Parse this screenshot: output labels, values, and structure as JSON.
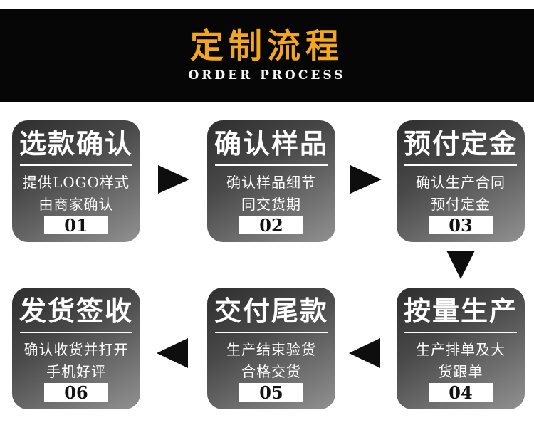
{
  "header": {
    "title": "定制流程",
    "subtitle": "ORDER PROCESS"
  },
  "steps": [
    {
      "title": "选款确认",
      "desc_line1": "提供LOGO样式",
      "desc_line2": "由商家确认",
      "number": "01"
    },
    {
      "title": "确认样品",
      "desc_line1": "确认样品细节",
      "desc_line2": "同交货期",
      "number": "02"
    },
    {
      "title": "预付定金",
      "desc_line1": "确认生产合同",
      "desc_line2": "预付定金",
      "number": "03"
    },
    {
      "title": "按量生产",
      "desc_line1": "生产排单及大",
      "desc_line2": "货跟单",
      "number": "04"
    },
    {
      "title": "交付尾款",
      "desc_line1": "生产结束验货",
      "desc_line2": "合格交货",
      "number": "05"
    },
    {
      "title": "发货签收",
      "desc_line1": "确认收货并打开",
      "desc_line2": "手机好评",
      "number": "06"
    }
  ],
  "icons": {
    "arrow_right": "▶",
    "arrow_left": "◀",
    "arrow_down": "▼"
  },
  "colors": {
    "accent_gold": "#F2A71F",
    "banner_bg": "#060606",
    "card_gradient_start": "#2E2E2E",
    "card_gradient_end": "#919191",
    "arrow": "#0E0E0E",
    "number_plate_bg": "#FFFFFF",
    "number_text": "#111111"
  }
}
